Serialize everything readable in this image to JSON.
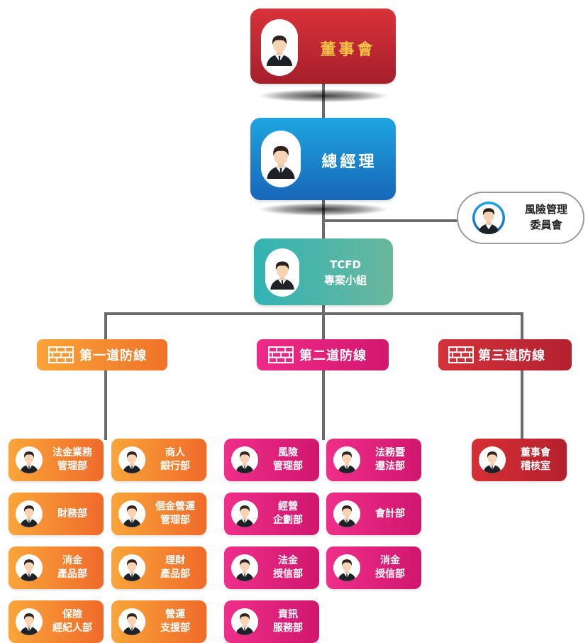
{
  "board": {
    "label": "董事會"
  },
  "gm": {
    "label": "總經理"
  },
  "risk_committee": {
    "label": "風險管理\n委員會"
  },
  "tcfd": {
    "line1": "TCFD",
    "line2": "專案小組"
  },
  "lines_of_defense": [
    {
      "label": "第一道防線"
    },
    {
      "label": "第二道防線"
    },
    {
      "label": "第三道防線"
    }
  ],
  "first_line_units": [
    "法金業務\n管理部",
    "商人\n銀行部",
    "財務部",
    "個金營運\n管理部",
    "消金\n產品部",
    "理財\n產品部",
    "保險\n經紀人部",
    "營運\n支援部"
  ],
  "second_line_units": [
    "風險\n管理部",
    "法務暨\n遵法部",
    "經營\n企劃部",
    "會計部",
    "法金\n授信部",
    "消金\n授信部",
    "資訊\n服務部"
  ],
  "third_line_units": [
    "董事會\n稽核室"
  ],
  "colors": {
    "board": "#c42732",
    "gm": "#1a7dc9",
    "tcfd": "#48b8a8",
    "first_line": "#f4862f",
    "second_line": "#e01f7e",
    "third_line": "#c62631",
    "connector": "#6b6b6b"
  }
}
